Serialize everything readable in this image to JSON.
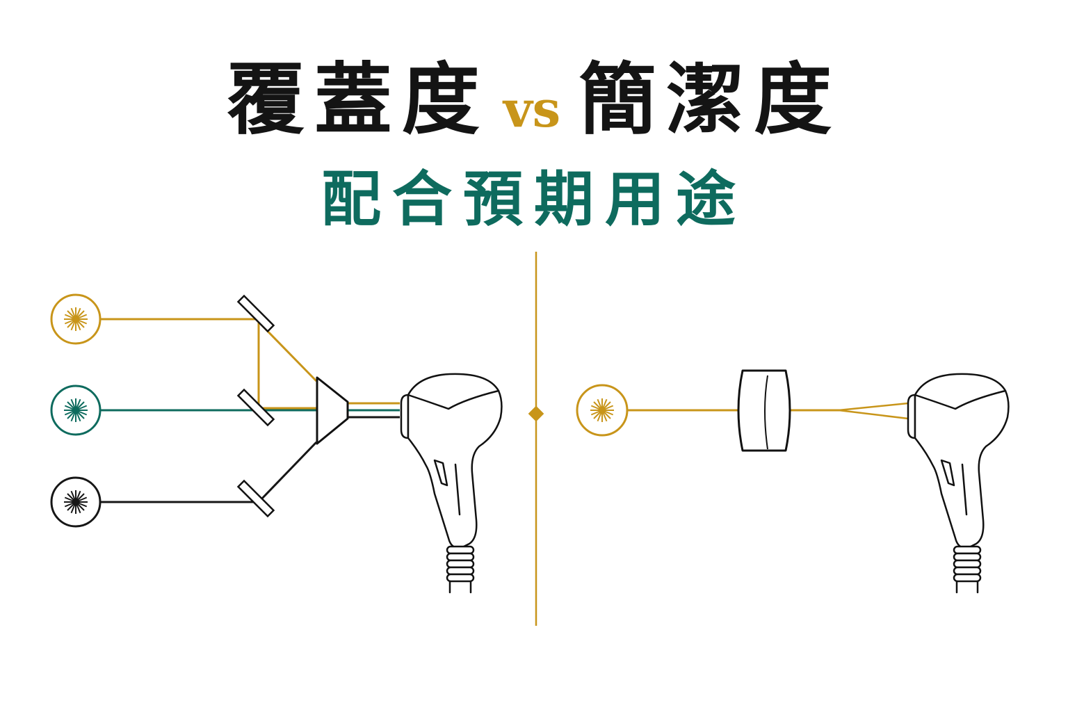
{
  "title": {
    "left": "覆蓋度",
    "vs": "vs",
    "right": "簡潔度"
  },
  "subtitle": "配合預期用途",
  "colors": {
    "gold": "#C8951A",
    "teal": "#0E6B5E",
    "black": "#161616",
    "outline": "#111111",
    "background": "#FFFFFF"
  },
  "left_panel": {
    "laser_sources": [
      {
        "color": "gold",
        "icon": "starburst-icon"
      },
      {
        "color": "teal",
        "icon": "starburst-icon"
      },
      {
        "color": "black",
        "icon": "starburst-icon"
      }
    ],
    "mirrors": 3,
    "combiner": "prism-combiner",
    "output": "handpiece"
  },
  "right_panel": {
    "laser_sources": [
      {
        "color": "gold",
        "icon": "starburst-icon"
      }
    ],
    "optic": "lens",
    "output": "handpiece"
  }
}
